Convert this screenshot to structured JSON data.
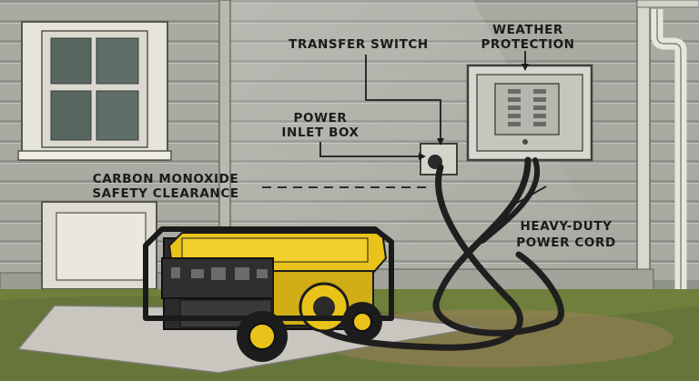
{
  "labels": {
    "transfer_switch": "TRANSFER SWITCH",
    "weather_protection_line1": "WEATHER",
    "weather_protection_line2": "PROTECTION",
    "power_inlet_line1": "POWER",
    "power_inlet_line2": "INLET BOX",
    "co_clearance_line1": "CARBON MONOXIDE",
    "co_clearance_line2": "SAFETY CLEARANCE",
    "power_cord_line1": "HEAVY-DUTY",
    "power_cord_line2": "POWER CORD"
  },
  "colors": {
    "siding": "#a9aba2",
    "trim": "#e6e4da",
    "generator_body": "#e9c21a",
    "generator_frame": "#1e1e1e",
    "panel": "#d9d8d0",
    "grass": "#6f7f3c",
    "pad": "#c8c6be"
  }
}
